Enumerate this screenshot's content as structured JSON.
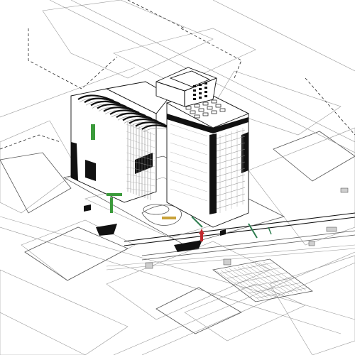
{
  "drawing": {
    "kind": "isometric architectural axonometric",
    "accent_colors": {
      "ink": "#111111",
      "linework": "#9a9a9a",
      "plant_green": "#3b9a3b",
      "figure_red": "#c0282d",
      "tread_amber": "#c9a23a",
      "stair_green": "#2e7d4f"
    },
    "elements": [
      "site-plane",
      "boundary-dashed-line",
      "left-tower",
      "right-tower",
      "rooftop-penthouse",
      "sawtooth-roof-ribs",
      "ground-plaza",
      "rail-tracks",
      "site-parcels"
    ]
  }
}
